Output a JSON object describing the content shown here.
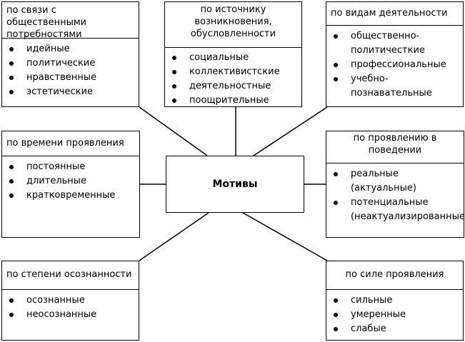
{
  "center": {
    "label": "Мотивы"
  },
  "boxes": {
    "social_needs": {
      "title": "по связи с общественными потребностями",
      "items": [
        "идейные",
        "политические",
        "нравственные",
        "эстетические"
      ]
    },
    "origin": {
      "title": "по источнику возникновения, обусловленности",
      "items": [
        "социальные",
        "коллективистские",
        "деятельностные",
        "поощрительные"
      ]
    },
    "activity": {
      "title": "по видам деятельности",
      "items": [
        "общественно-политичесткие",
        "профессиональные",
        "учебно-познавательные"
      ]
    },
    "time": {
      "title": "по времени проявления",
      "items": [
        "постоянные",
        "длительные",
        "кратковременные"
      ]
    },
    "behavior": {
      "title": "по проявлению в поведении",
      "items": [
        "реальные (актуальные)",
        "потенциальные (неактуализированные)"
      ]
    },
    "awareness": {
      "title": "по степени осознанности",
      "items": [
        "осознанные",
        "неосознанные"
      ]
    },
    "strength": {
      "title": "по силе проявления",
      "items": [
        "сильные",
        "умеренные",
        "слабые"
      ]
    }
  }
}
